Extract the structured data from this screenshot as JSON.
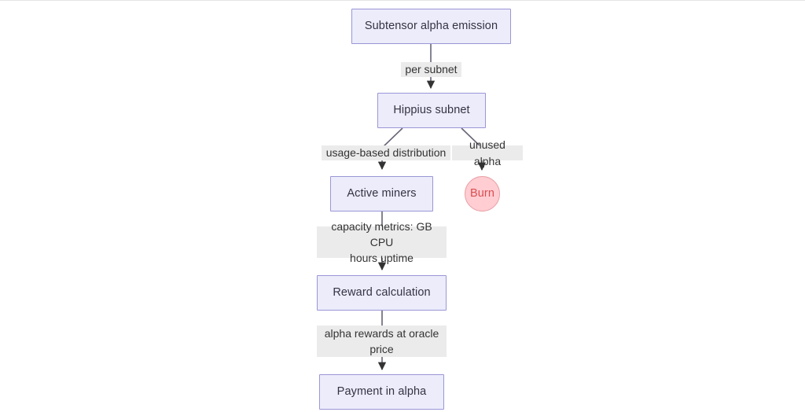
{
  "diagram": {
    "type": "flowchart",
    "direction": "top-down",
    "title": "Subtensor alpha emission flow",
    "background_color": "#ffffff",
    "node_fill_color": "#ececfb",
    "node_border_color": "#9a96d6",
    "node_text_color": "#333344",
    "burn_fill_color": "#ffcdd2",
    "burn_border_color": "#e8a0a6",
    "burn_text_color": "#d94f52",
    "edge_label_background": "#ebebeb",
    "edge_color": "#333333",
    "nodes": [
      {
        "id": "emission",
        "label": "Subtensor alpha emission",
        "shape": "rect"
      },
      {
        "id": "subnet",
        "label": "Hippius subnet",
        "shape": "rect"
      },
      {
        "id": "miners",
        "label": "Active miners",
        "shape": "rect"
      },
      {
        "id": "burn",
        "label": "Burn",
        "shape": "circle"
      },
      {
        "id": "reward",
        "label": "Reward calculation",
        "shape": "rect"
      },
      {
        "id": "payment",
        "label": "Payment in alpha",
        "shape": "rect"
      }
    ],
    "edges": [
      {
        "from": "emission",
        "to": "subnet",
        "label": "per subnet"
      },
      {
        "from": "subnet",
        "to": "miners",
        "label": "usage-based distribution"
      },
      {
        "from": "subnet",
        "to": "burn",
        "label": "unused alpha"
      },
      {
        "from": "miners",
        "to": "reward",
        "label_line1": "capacity metrics: GB CPU",
        "label_line2": "hours uptime"
      },
      {
        "from": "reward",
        "to": "payment",
        "label_line1": "alpha rewards at oracle",
        "label_line2": "price"
      }
    ]
  }
}
